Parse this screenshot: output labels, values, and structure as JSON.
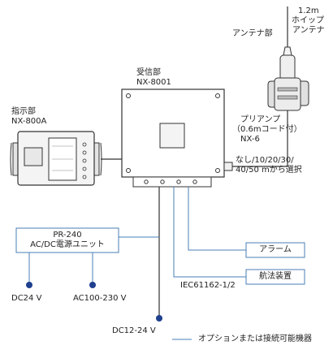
{
  "antenna": {
    "section_label": "アンテナ部",
    "whip_length": "1.2m",
    "whip_line1": "ホイップ",
    "whip_line2": "アンテナ"
  },
  "receiver": {
    "title": "受信部",
    "model": "NX-8001"
  },
  "display": {
    "title": "指示部",
    "model": "NX-800A"
  },
  "preamp": {
    "line1": "プリアンプ",
    "line2": "（0.6mコード付）",
    "model": "NX-6"
  },
  "cable_option": {
    "line1": "なし/10/20/30/",
    "line2": "40/50 mから選択"
  },
  "power_unit": {
    "line1": "PR-240",
    "line2": "AC/DC電源ユニット"
  },
  "power_inputs": {
    "dc24": "DC24 V",
    "ac": "AC100-230 V",
    "dc12_24": "DC12-24 V"
  },
  "options": {
    "alarm": "アラーム",
    "nav_device": "航法装置",
    "iec": "IEC61162-1/2"
  },
  "legend": {
    "label": "オプションまたは接続可能機器"
  },
  "colors": {
    "line": "#333333",
    "option_line": "#4a7fb5",
    "dot": "#1f3f8f"
  }
}
